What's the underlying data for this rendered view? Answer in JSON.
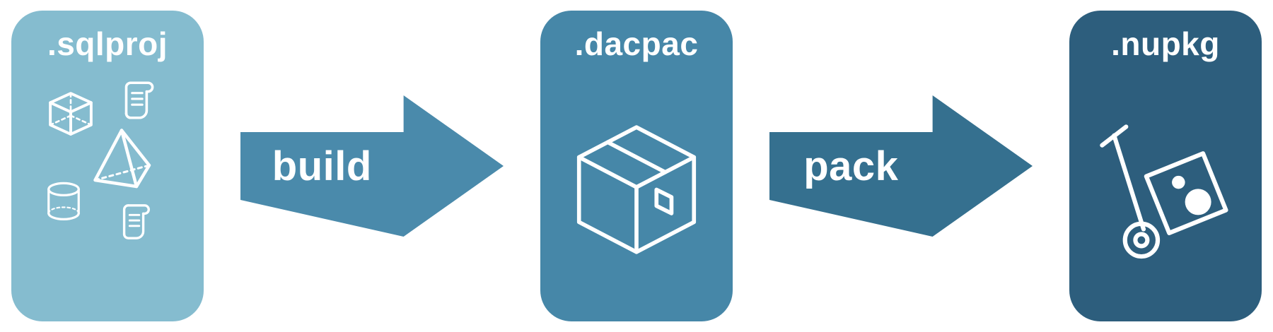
{
  "colors": {
    "background": "#ffffff",
    "text": "#ffffff",
    "node_sqlproj": "#85bccf",
    "node_dacpac": "#4687a8",
    "node_nupkg": "#2d5e7d",
    "arrow_build": "#4a8aab",
    "arrow_pack": "#35708f"
  },
  "diagram": {
    "nodes": [
      {
        "label": ".sqlproj",
        "color": "#85bccf",
        "icons": [
          "cube-icon",
          "scroll-icon",
          "pyramid-icon",
          "cylinder-icon",
          "scroll-icon"
        ]
      },
      {
        "label": ".dacpac",
        "color": "#4687a8",
        "icons": [
          "package-box-icon"
        ]
      },
      {
        "label": ".nupkg",
        "color": "#2d5e7d",
        "icons": [
          "hand-truck-icon"
        ]
      }
    ],
    "arrows": [
      {
        "label": "build",
        "color": "#4a8aab"
      },
      {
        "label": "pack",
        "color": "#35708f"
      }
    ]
  }
}
